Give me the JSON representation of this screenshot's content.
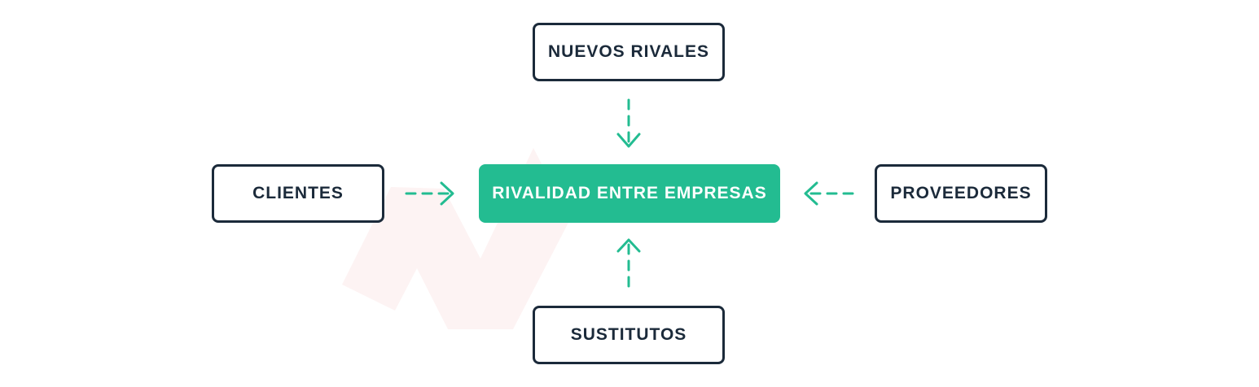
{
  "diagram": {
    "center": "RIVALIDAD ENTRE EMPRESAS",
    "top": "NUEVOS RIVALES",
    "left": "CLIENTES",
    "right": "PROVEEDORES",
    "bottom": "SUSTITUTOS"
  },
  "colors": {
    "accent": "#23bc91",
    "border": "#1b2a3a",
    "watermark": "#fdf3f3"
  }
}
